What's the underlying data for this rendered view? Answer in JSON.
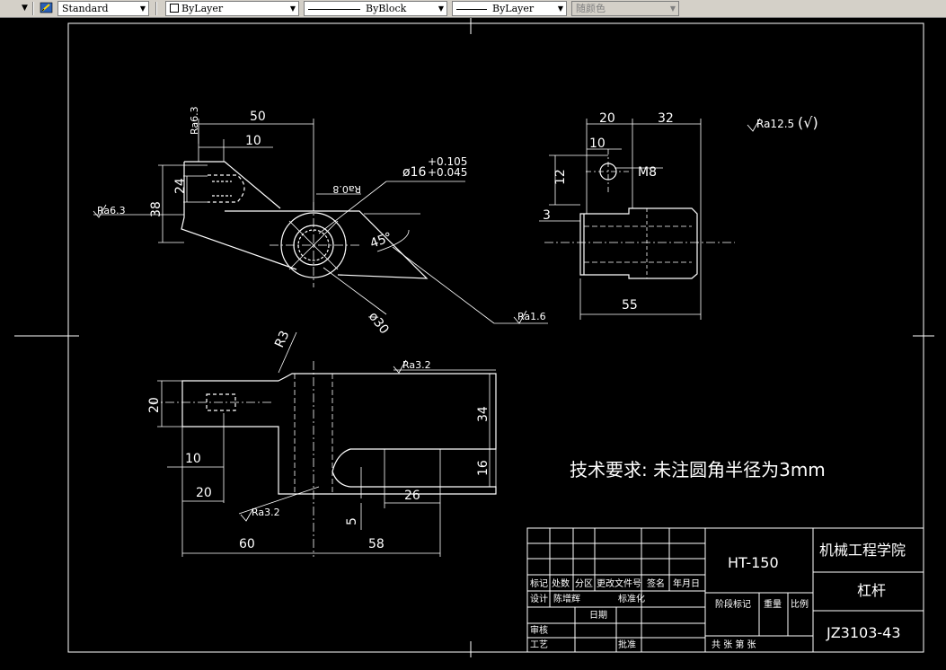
{
  "toolbar": {
    "text_style": "Standard",
    "layer": "ByLayer",
    "linetype": "ByBlock",
    "lineweight": "ByLayer",
    "color": "随颜色"
  },
  "drawing": {
    "dims": {
      "d50": "50",
      "d10a": "10",
      "d24": "24",
      "d38": "38",
      "dia16": "ø16",
      "tol_up": "+0.105",
      "tol_low": "+0.045",
      "d45": "45°",
      "dia30": "ø30",
      "d20a": "20",
      "d32": "32",
      "d10b": "10",
      "d12": "12",
      "m8": "M8",
      "d3": "3",
      "d55": "55",
      "r3": "R3",
      "d20b": "20",
      "d34": "34",
      "d16": "16",
      "d10c": "10",
      "d20c": "20",
      "d26": "26",
      "d5": "5",
      "d60": "60",
      "d58": "58"
    },
    "roughness": {
      "ra63_left": "Ra6.3",
      "ra63_top": "Ra6.3",
      "ra08": "Ra0.8",
      "ra16": "Ra1.6",
      "ra32_top": "Ra3.2",
      "ra32_bottom": "Ra3.2",
      "ra125": "Ra12.5",
      "ra125_suffix": "(√)"
    },
    "tech_req": "技术要求: 未注圆角半径为3mm"
  },
  "title_block": {
    "grid_labels": {
      "mark": "标记",
      "count": "处数",
      "zone": "分区",
      "doc_no": "更改文件号",
      "sign": "签名",
      "date": "年月日",
      "design": "设计",
      "designer": "陈增辉",
      "standard": "标准化",
      "date2": "日期",
      "check": "审核",
      "process": "工艺",
      "approve": "批准"
    },
    "material": "HT-150",
    "stage_mark": "阶段标记",
    "weight": "重量",
    "scale": "比例",
    "sheets": "共   张 第   张",
    "school": "机械工程学院",
    "part_name": "杠杆",
    "drawing_no": "JZ3103-43"
  }
}
